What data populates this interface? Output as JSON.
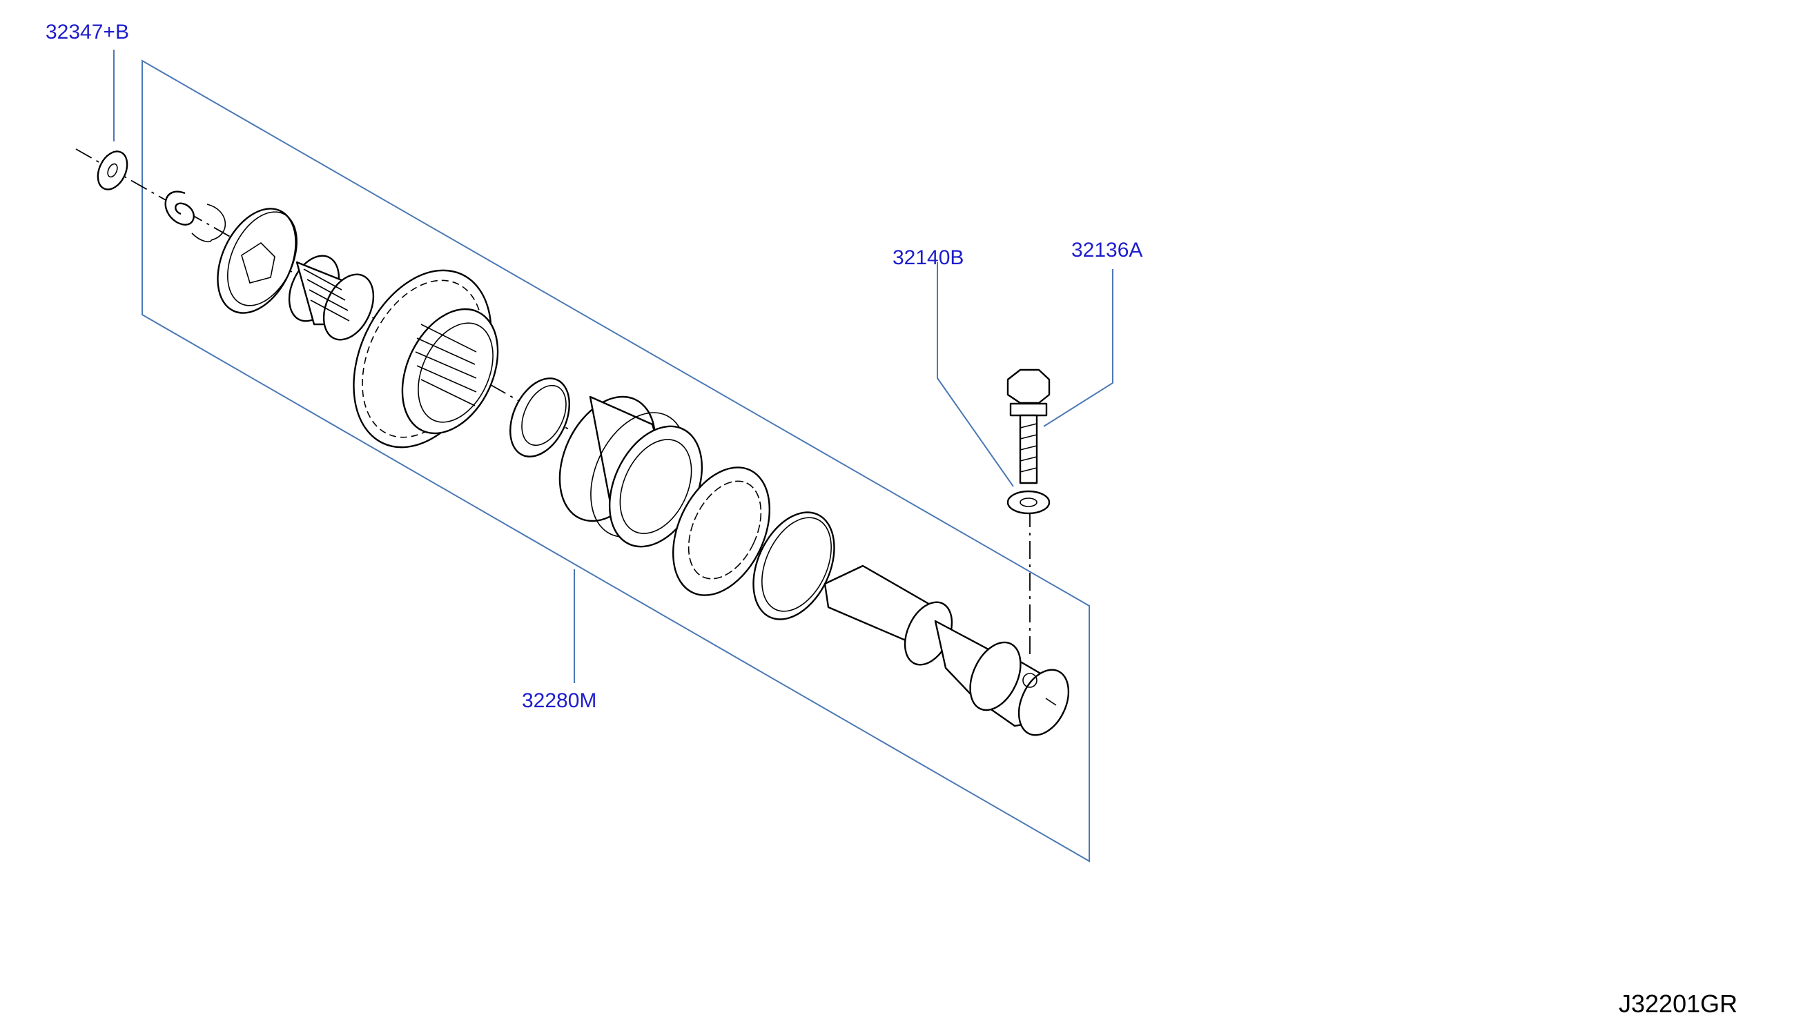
{
  "callouts": {
    "washer": "32347+B",
    "lock_washer": "32140B",
    "bolt": "32136A",
    "shaft_assembly": "32280M"
  },
  "drawing_code": "J32201GR",
  "colors": {
    "callout_text": "#1d1dcc",
    "leader_line": "#4a78b5",
    "part_line": "#000000"
  }
}
